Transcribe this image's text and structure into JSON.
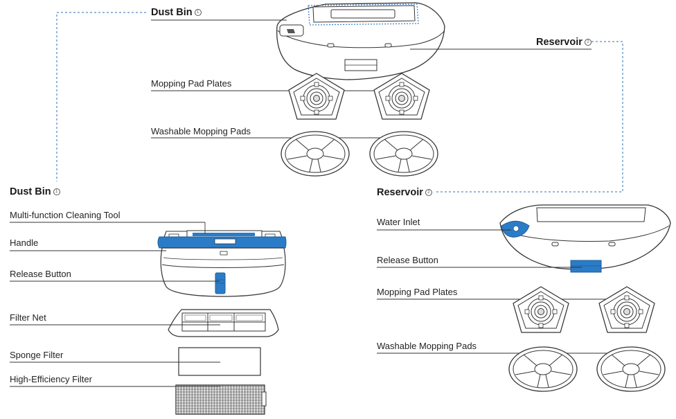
{
  "diagram": {
    "top": {
      "dust_bin": {
        "title": "Dust Bin",
        "badge": "1"
      },
      "reservoir": {
        "title": "Reservoir",
        "badge": "2"
      },
      "mopping_pad_plates": "Mopping Pad Plates",
      "washable_mopping_pads": "Washable Mopping Pads"
    },
    "dust_bin_section": {
      "title": "Dust Bin",
      "badge": "1",
      "labels": {
        "multi_function_tool": "Multi-function Cleaning Tool",
        "handle": "Handle",
        "release_button": "Release Button",
        "filter_net": "Filter Net",
        "sponge_filter": "Sponge Filter",
        "hepa_filter": "High-Efficiency Filter"
      }
    },
    "reservoir_section": {
      "title": "Reservoir",
      "badge": "2",
      "labels": {
        "water_inlet": "Water Inlet",
        "release_button": "Release Button",
        "mopping_pad_plates": "Mopping Pad Plates",
        "washable_mopping_pads": "Washable Mopping Pads"
      }
    },
    "colors": {
      "accent_blue": "#2b7cc7",
      "line": "#333333",
      "dashed_link": "#2b6fb5"
    }
  }
}
